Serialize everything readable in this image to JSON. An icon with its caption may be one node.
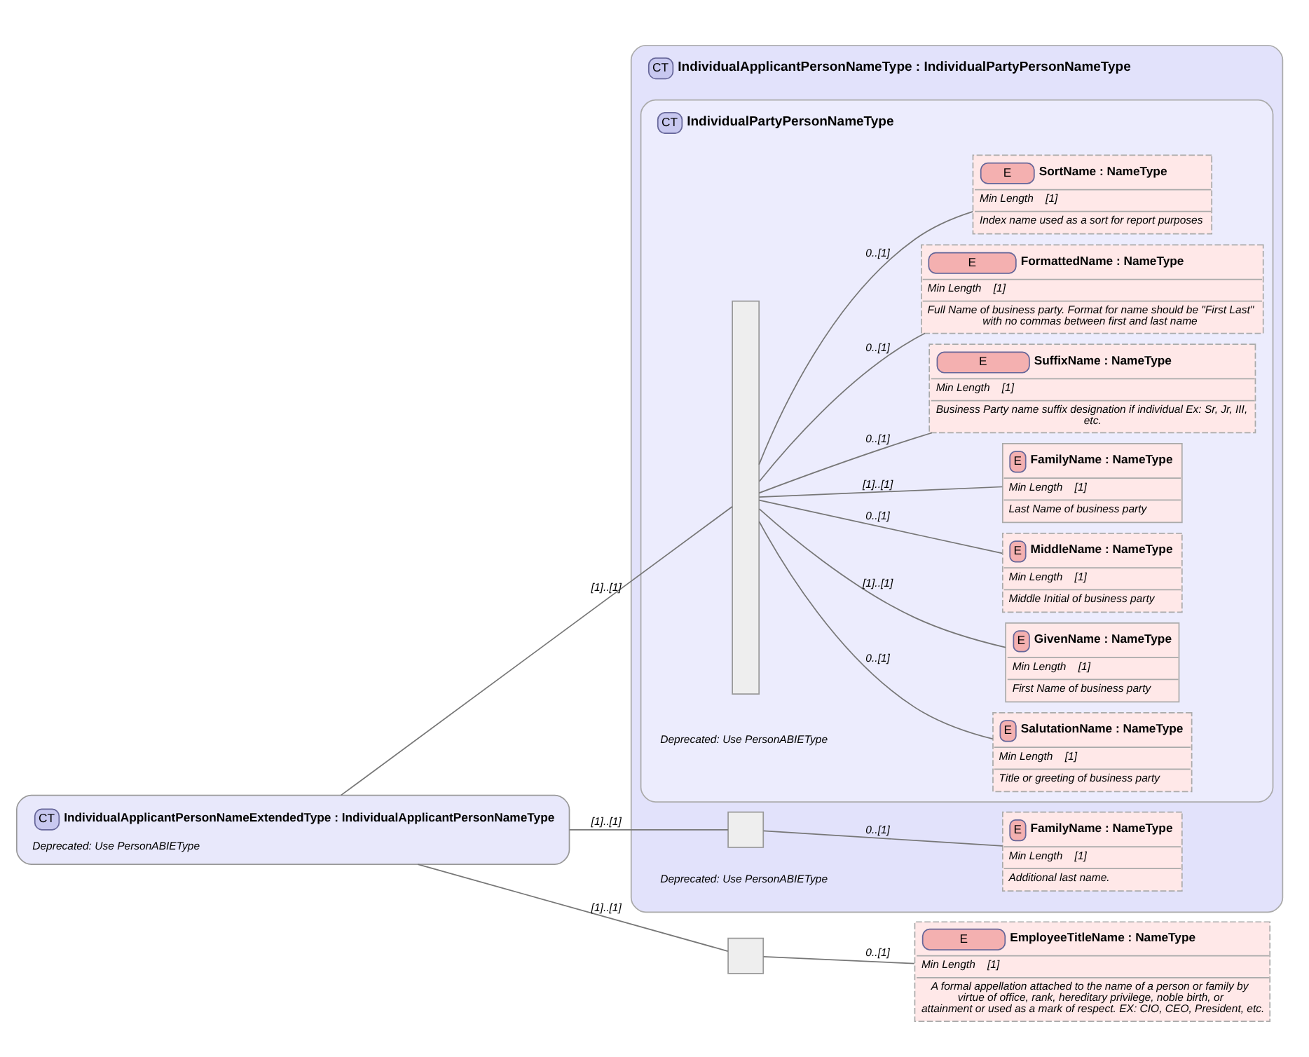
{
  "diagram": {
    "nodes": [
      {
        "text": [
          "CT",
          "IndividualApplicantPersonNameExtendedType",
          ":",
          "IndividualApplicantPersonNameType",
          "Deprecated: Use PersonABIEType"
        ]
      },
      {
        "text": [
          "CT",
          "IndividualApplicantPersonNameType",
          ":",
          "IndividualPartyPersonNameType",
          "Deprecated: Use PersonABIEType"
        ]
      },
      {
        "text": [
          "CT",
          "IndividualPartyPersonNameType",
          "Deprecated: Use PersonABIEType"
        ],
        "in": 1
      },
      {
        "text": [],
        "shape": "bar",
        "in": 2
      },
      {
        "text": [
          "E",
          "SalutationName",
          ":",
          "NameType",
          "Min Length",
          "[1]",
          "Title or greeting of business party"
        ],
        "in": 2
      },
      {
        "text": [
          "E",
          "GivenName",
          ":",
          "NameType",
          "Min Length",
          "[1]",
          "First Name of business party"
        ],
        "in": 2
      },
      {
        "text": [
          "E",
          "MiddleName",
          ":",
          "NameType",
          "Min Length",
          "[1]",
          "Middle Initial of business party"
        ],
        "in": 2
      },
      {
        "text": [
          "E",
          "FamilyName",
          ":",
          "NameType",
          "Min Length",
          "[1]",
          "Last Name of business party"
        ],
        "in": 2
      },
      {
        "text": [
          "E",
          "SuffixName",
          ":",
          "NameType",
          "Min Length",
          "[1]",
          "Business Party name suffix designation if individual Ex: Sr, Jr, III, etc."
        ],
        "in": 2
      },
      {
        "text": [
          "E",
          "FormattedName",
          ":",
          "NameType",
          "Min Length",
          "[1]",
          "Full Name of business party. Format for name should be \"First Last\" with no commas between first and last name"
        ],
        "in": 2
      },
      {
        "text": [
          "E",
          "SortName",
          ":",
          "NameType",
          "Min Length",
          "[1]",
          "Index name used as a sort for report purposes"
        ],
        "in": 2
      },
      {
        "text": [],
        "shape": "box",
        "in": 1
      },
      {
        "text": [
          "E",
          "FamilyName",
          ":",
          "NameType",
          "Min Length",
          "[1]",
          "Additional last name."
        ],
        "in": 1
      },
      {
        "text": [],
        "shape": "box"
      },
      {
        "text": [
          "E",
          "EmployeeTitleName",
          ":",
          "NameType",
          "Min Length",
          "[1]",
          "A formal appellation attached to the name of a person or family by virtue of office, rank, hereditary privilege, noble birth, or attainment or used as a mark of respect. EX: CIO, CEO, President, etc."
        ]
      }
    ],
    "edges": [
      {
        "from": 0,
        "to": 3,
        "arrow": "none",
        "label": "[1]..[1]"
      },
      {
        "from": 3,
        "to": 4,
        "arrow": "none",
        "label": "0..[1]"
      },
      {
        "from": 3,
        "to": 5,
        "arrow": "none",
        "label": "[1]..[1]"
      },
      {
        "from": 3,
        "to": 6,
        "arrow": "none",
        "label": "0..[1]"
      },
      {
        "from": 3,
        "to": 7,
        "arrow": "none",
        "label": "[1]..[1]"
      },
      {
        "from": 3,
        "to": 8,
        "arrow": "none",
        "label": "0..[1]"
      },
      {
        "from": 3,
        "to": 9,
        "arrow": "none",
        "label": "0..[1]"
      },
      {
        "from": 3,
        "to": 10,
        "arrow": "none",
        "label": "0..[1]"
      },
      {
        "from": 0,
        "to": 11,
        "arrow": "none",
        "label": "[1]..[1]"
      },
      {
        "from": 11,
        "to": 12,
        "arrow": "none",
        "label": "0..[1]"
      },
      {
        "from": 0,
        "to": 13,
        "arrow": "none",
        "label": "[1]..[1]"
      },
      {
        "from": 13,
        "to": 14,
        "arrow": "none",
        "label": "0..[1]"
      }
    ]
  }
}
